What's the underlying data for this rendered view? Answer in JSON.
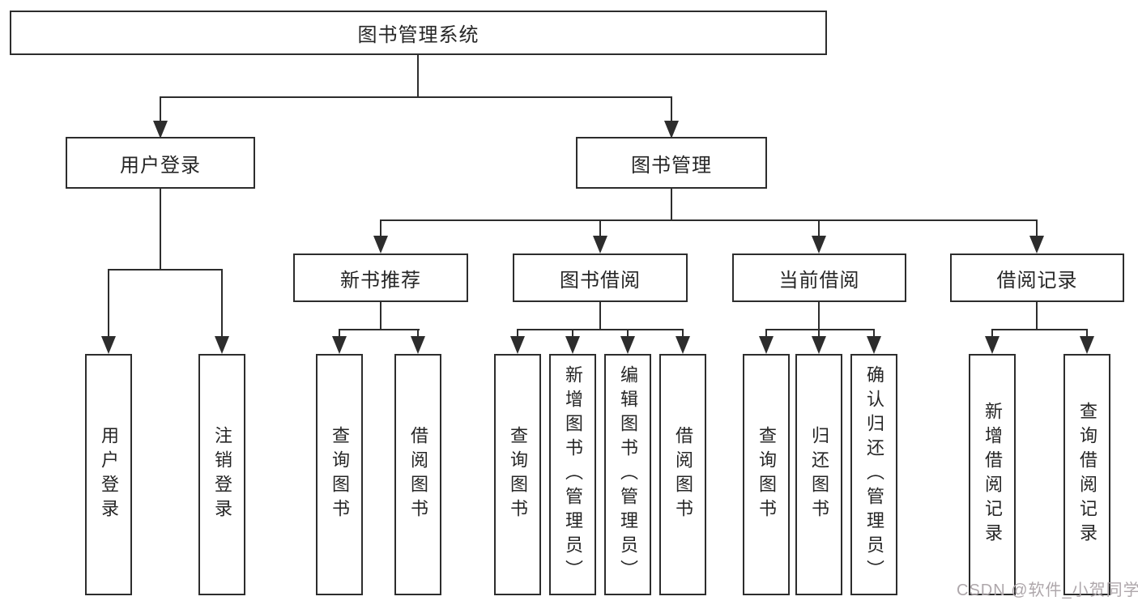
{
  "tree": {
    "root": {
      "label": "图书管理系统",
      "children": [
        {
          "label": "用户登录",
          "children": [
            {
              "label": "用户登录"
            },
            {
              "label": "注销登录"
            }
          ]
        },
        {
          "label": "图书管理",
          "children": [
            {
              "label": "新书推荐",
              "children": [
                {
                  "label": "查询图书"
                },
                {
                  "label": "借阅图书"
                }
              ]
            },
            {
              "label": "图书借阅",
              "children": [
                {
                  "label": "查询图书"
                },
                {
                  "label": "新增图书（管理员）"
                },
                {
                  "label": "编辑图书（管理员）"
                },
                {
                  "label": "借阅图书"
                }
              ]
            },
            {
              "label": "当前借阅",
              "children": [
                {
                  "label": "查询图书"
                },
                {
                  "label": "归还图书"
                },
                {
                  "label": "确认归还（管理员）"
                }
              ]
            },
            {
              "label": "借阅记录",
              "children": [
                {
                  "label": "新增借阅记录"
                },
                {
                  "label": "查询借阅记录"
                }
              ]
            }
          ]
        }
      ]
    }
  },
  "colors": {
    "line": "#2d2d2d",
    "text": "#262626",
    "background": "#ffffff",
    "watermark": "#aea7ab"
  },
  "watermark": "CSDN @软件_小贺同学"
}
